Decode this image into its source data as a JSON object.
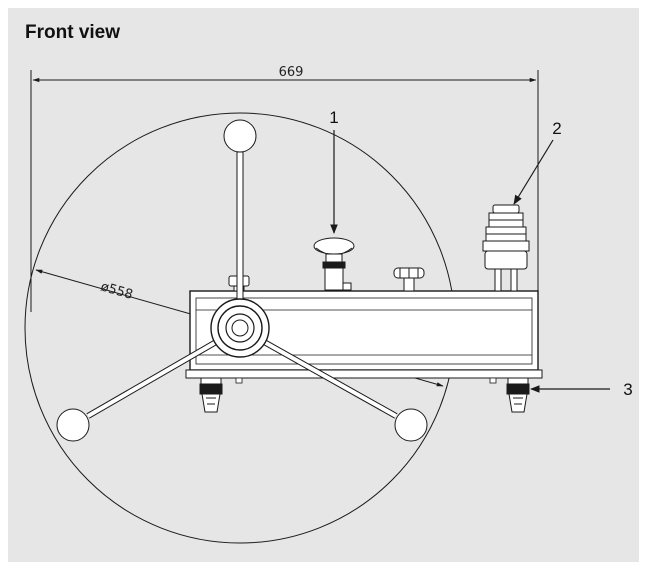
{
  "title": "Front view",
  "dimensions": {
    "width": "669",
    "diameter": "ø558"
  },
  "callouts": [
    {
      "label": "1"
    },
    {
      "label": "2"
    },
    {
      "label": "3"
    }
  ],
  "colors": {
    "panel": "#e6e6e6",
    "line": "#1a1a1a",
    "fill": "#ffffff"
  }
}
